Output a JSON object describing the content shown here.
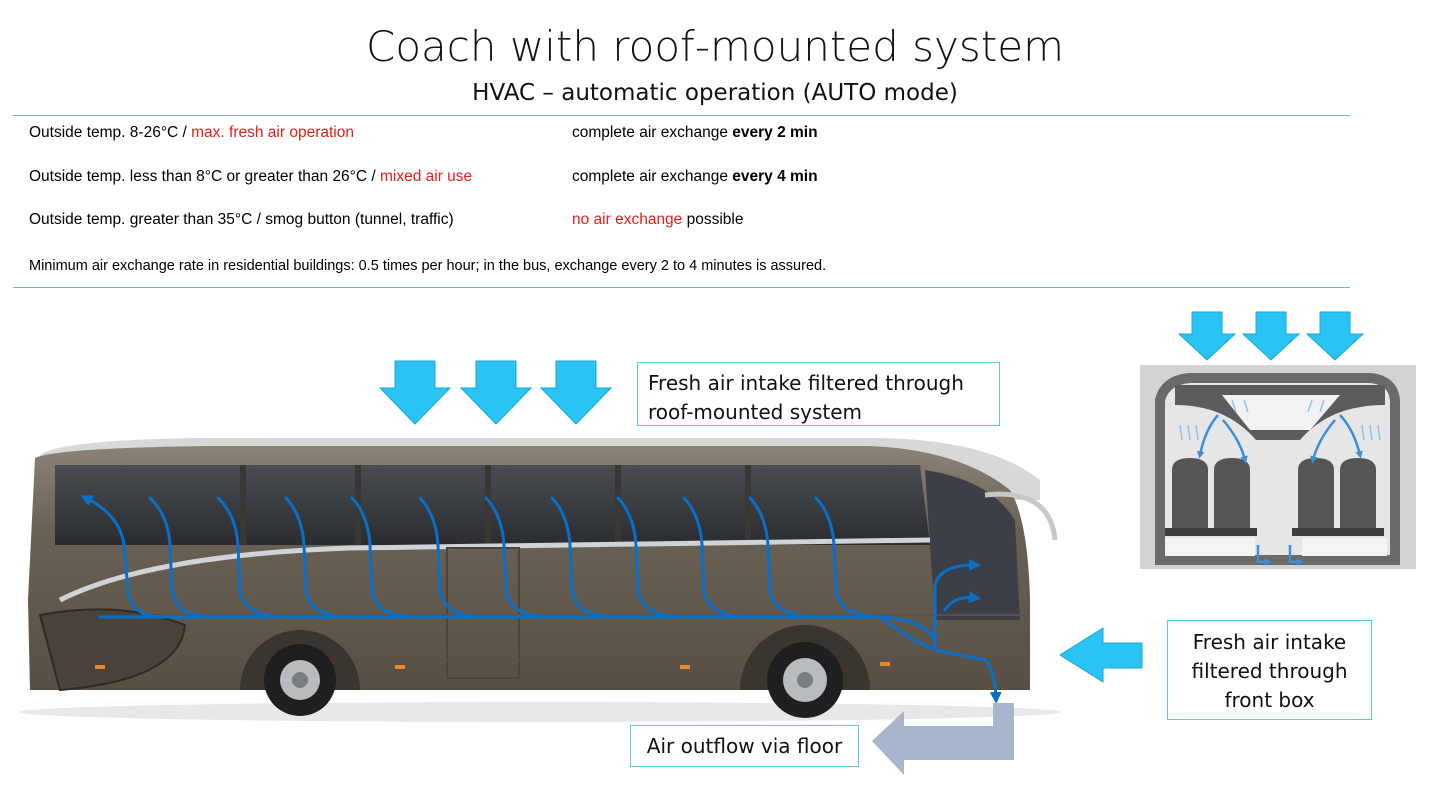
{
  "title": "Coach with roof-mounted system",
  "subtitle": "HVAC – automatic operation (AUTO mode)",
  "rows": [
    {
      "condition_prefix": "Outside temp. 8-26°C / ",
      "condition_highlight": "max. fresh air operation",
      "result_prefix": "complete air exchange ",
      "result_highlight": "",
      "result_bold": "every 2 min",
      "result_suffix": ""
    },
    {
      "condition_prefix": "Outside temp. less than 8°C or greater than 26°C / ",
      "condition_highlight": "mixed air use",
      "result_prefix": "complete air exchange ",
      "result_highlight": "",
      "result_bold": "every 4 min",
      "result_suffix": ""
    },
    {
      "condition_prefix": "Outside temp. greater than 35°C / smog button (tunnel, traffic)",
      "condition_highlight": "",
      "result_prefix": "",
      "result_highlight": "no air exchange",
      "result_bold": "",
      "result_suffix": " possible"
    }
  ],
  "note": "Minimum air exchange rate in residential buildings:  0.5 times per hour; in the bus, exchange every 2 to 4 minutes is assured.",
  "callouts": {
    "roof_line1": "Fresh air intake filtered through",
    "roof_line2": "roof-mounted system",
    "front_line1": "Fresh air intake",
    "front_line2": "filtered through",
    "front_line3": "front box",
    "floor": "Air outflow via floor"
  },
  "colors": {
    "highlight_red": "#e0201b",
    "intake_arrow": "#29c3f4",
    "airflow_line": "#0a6fc7",
    "outflow_arrow": "#a7b6cc",
    "rule_line": "#7fb0d8",
    "callout_border": "#5fc7ea",
    "bus_body": "#6a6155"
  },
  "icons": [
    "down-arrow-icon",
    "left-arrow-icon",
    "outflow-arrow-icon"
  ]
}
